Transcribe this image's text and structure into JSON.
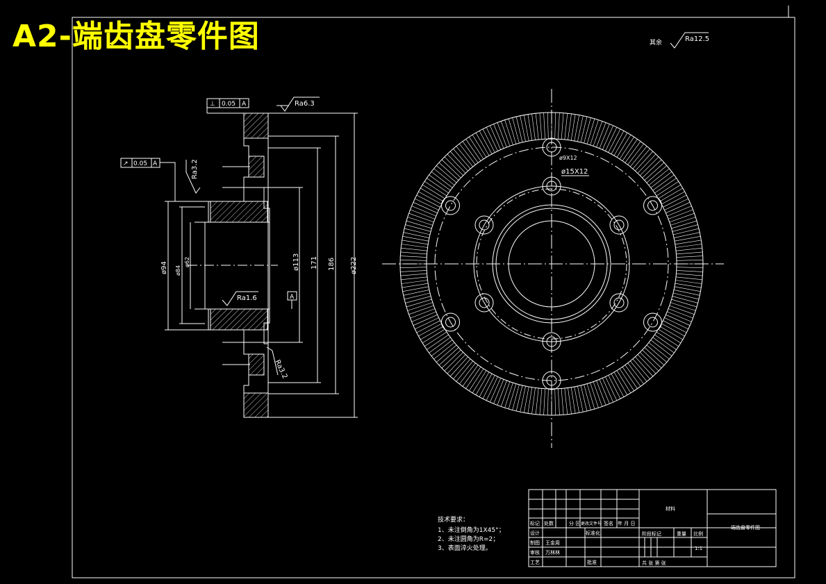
{
  "title": "A2-端齿盘零件图",
  "surface_finish": {
    "other_label": "其余",
    "other_value": "Ra12.5",
    "top_flange": "Ra6.3",
    "left_upper": "Ra3.2",
    "bore": "Ra1.6",
    "right_lower": "Ra3.2"
  },
  "tolerances": {
    "perpendicularity_value": "0.05",
    "perpendicularity_datum": "A",
    "runout_value": "0.05",
    "runout_datum": "A",
    "datum_label": "A"
  },
  "dimensions": {
    "d94": "ø94",
    "d84": "ø84",
    "d62": "ø62",
    "d113": "ø113",
    "d171": "171",
    "d186": "186",
    "d222": "ø222",
    "hole_small": "ø9X12",
    "hole_large": "ø15X12"
  },
  "tech_requirements": {
    "heading": "技术要求：",
    "items": [
      "1、未注倒角为1X45°；",
      "2、未注圆角为R=2；",
      "3、表面淬火处理。"
    ]
  },
  "title_block": {
    "material": "材料",
    "part_name": "端齿盘零件图",
    "row_labels": [
      "标记",
      "处数",
      "分 区",
      "更改文件号",
      "签名",
      "年 月 日"
    ],
    "design": "设计",
    "draw": "制图",
    "draw_name": "王金周",
    "check": "审核",
    "check_name": "万林林",
    "process": "工艺",
    "standardize": "标准化",
    "approve": "批准",
    "stage_mark": "阶段标记",
    "weight": "重量",
    "scale": "比例",
    "scale_value": "1:1",
    "sheets": "共 张 第 张"
  }
}
